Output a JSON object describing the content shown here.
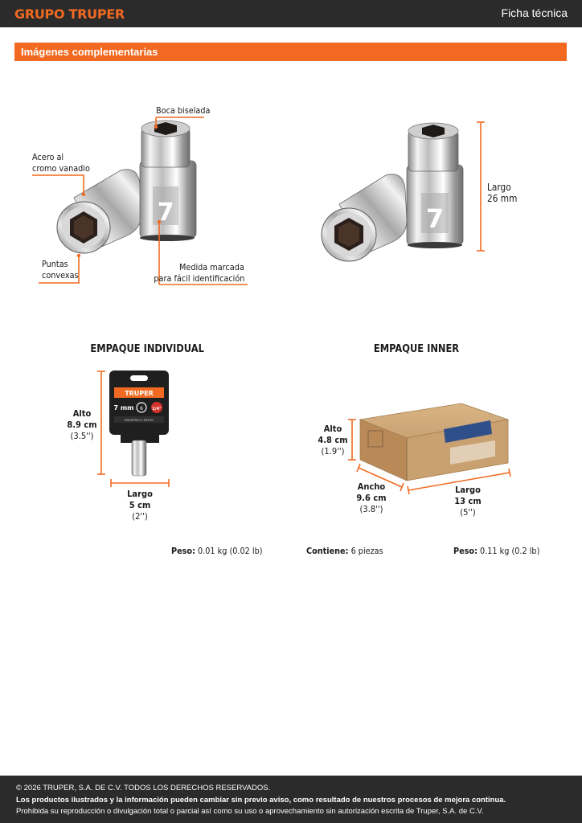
{
  "header": {
    "brand": "GRUPO TRUPER",
    "doc_type": "Ficha técnica"
  },
  "section": {
    "title": "Imágenes complementarias"
  },
  "socket_callouts": {
    "boca": "Boca biselada",
    "acero_l1": "Acero al",
    "acero_l2": "cromo vanadio",
    "puntas_l1": "Puntas",
    "puntas_l2": "convexas",
    "medida_l1": "Medida marcada",
    "medida_l2": "para fácil identificación",
    "largo_label": "Largo",
    "largo_value": "26 mm",
    "socket_size": "7"
  },
  "individual": {
    "heading": "EMPAQUE INDIVIDUAL",
    "card_brand": "TRUPER",
    "card_size": "7 mm",
    "card_point": "6",
    "card_drive": "1/4\"",
    "card_system": "MILIMÉTRICO / METRIC",
    "alto_label": "Alto",
    "alto_value": "8.9 cm",
    "alto_alt": "(3.5'')",
    "largo_label": "Largo",
    "largo_value": "5 cm",
    "largo_alt": "(2'')",
    "peso_label": "Peso:",
    "peso_value": "0.01 kg (0.02 lb)"
  },
  "inner": {
    "heading": "EMPAQUE INNER",
    "alto_label": "Alto",
    "alto_value": "4.8 cm",
    "alto_alt": "(1.9'')",
    "ancho_label": "Ancho",
    "ancho_value": "9.6 cm",
    "ancho_alt": "(3.8'')",
    "largo_label": "Largo",
    "largo_value": "13 cm",
    "largo_alt": "(5'')",
    "contiene_label": "Contiene:",
    "contiene_value": "6 piezas",
    "peso_label": "Peso:",
    "peso_value": "0.11 kg (0.2 lb)"
  },
  "footer": {
    "copyright": "© 2026 TRUPER, S.A. DE C.V. TODOS LOS DERECHOS RESERVADOS.",
    "notice": "Los productos ilustrados y la información pueden cambiar sin previo aviso, como resultado de nuestros procesos de mejora continua.",
    "rights": "Prohibida su reproducción o divulgación total o parcial así como su uso o aprovechamiento sin autorización escrita de Truper, S.A. de C.V."
  },
  "colors": {
    "accent": "#f26a21",
    "dark": "#2b2b2b",
    "card": "#1f1f1f",
    "box": "#c49a67"
  }
}
